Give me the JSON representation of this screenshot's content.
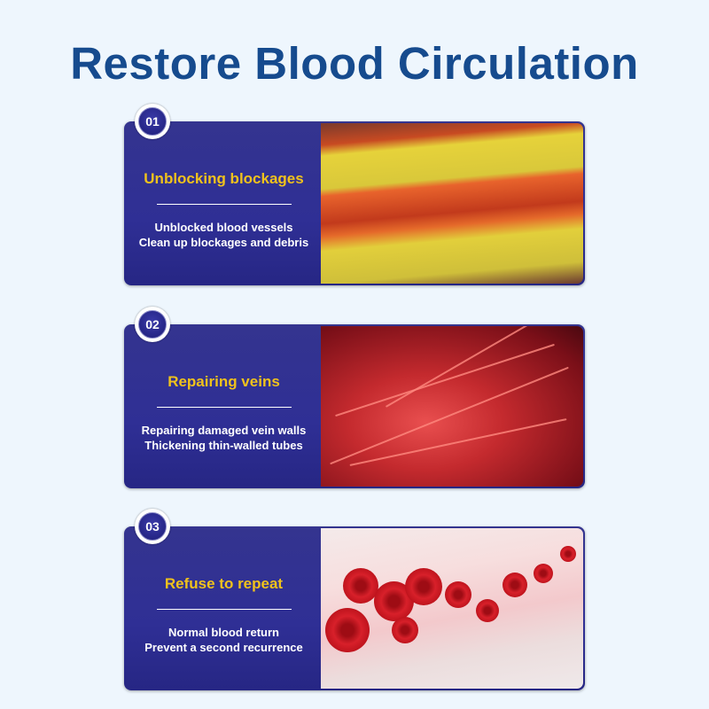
{
  "title": "Restore Blood Circulation",
  "cards": [
    {
      "number": "01",
      "heading": "Unblocking blockages",
      "lines": [
        "Unblocked blood vessels",
        "Clean up blockages and debris"
      ]
    },
    {
      "number": "02",
      "heading": "Repairing veins",
      "lines": [
        "Repairing damaged vein walls",
        "Thickening thin-walled tubes"
      ]
    },
    {
      "number": "03",
      "heading": "Refuse to repeat",
      "lines": [
        "Normal blood return",
        "Prevent a second recurrence"
      ]
    }
  ],
  "colors": {
    "title": "#164b8e",
    "heading": "#f0c21c",
    "card": "#2f2f95",
    "background": "#eef6fd"
  }
}
